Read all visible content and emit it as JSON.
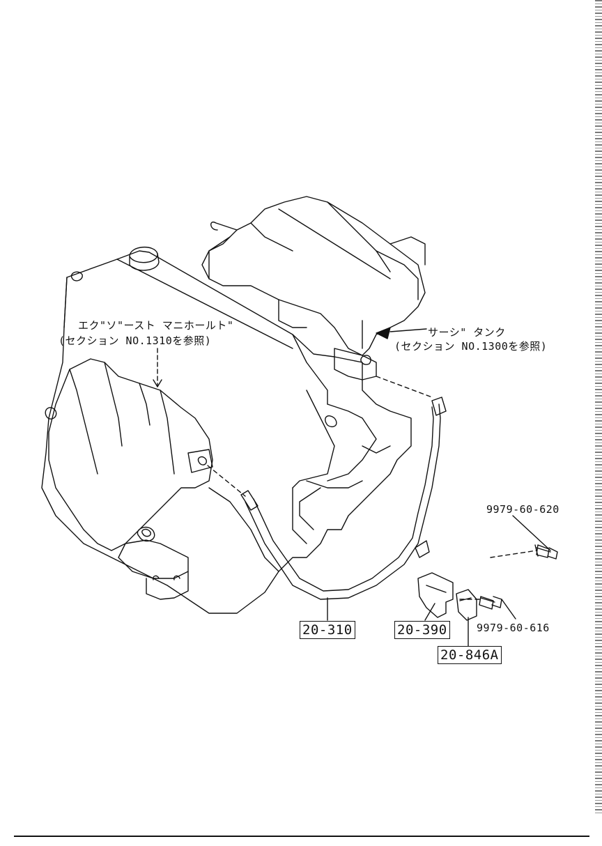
{
  "callouts": {
    "exhaust_manifold_line1": "エク\"ソ\"ースト マニホールト\"",
    "exhaust_manifold_line2": "(セクション NO.1310を参照)",
    "surge_tank_line1": "サーシ\" タンク",
    "surge_tank_line2": "(セクション NO.1300を参照)"
  },
  "part_numbers": {
    "bolt_upper": "9979-60-620",
    "bolt_lower": "9979-60-616"
  },
  "boxed_labels": {
    "pipe": "20-310",
    "bracket": "20-390",
    "clip": "20-846A"
  }
}
